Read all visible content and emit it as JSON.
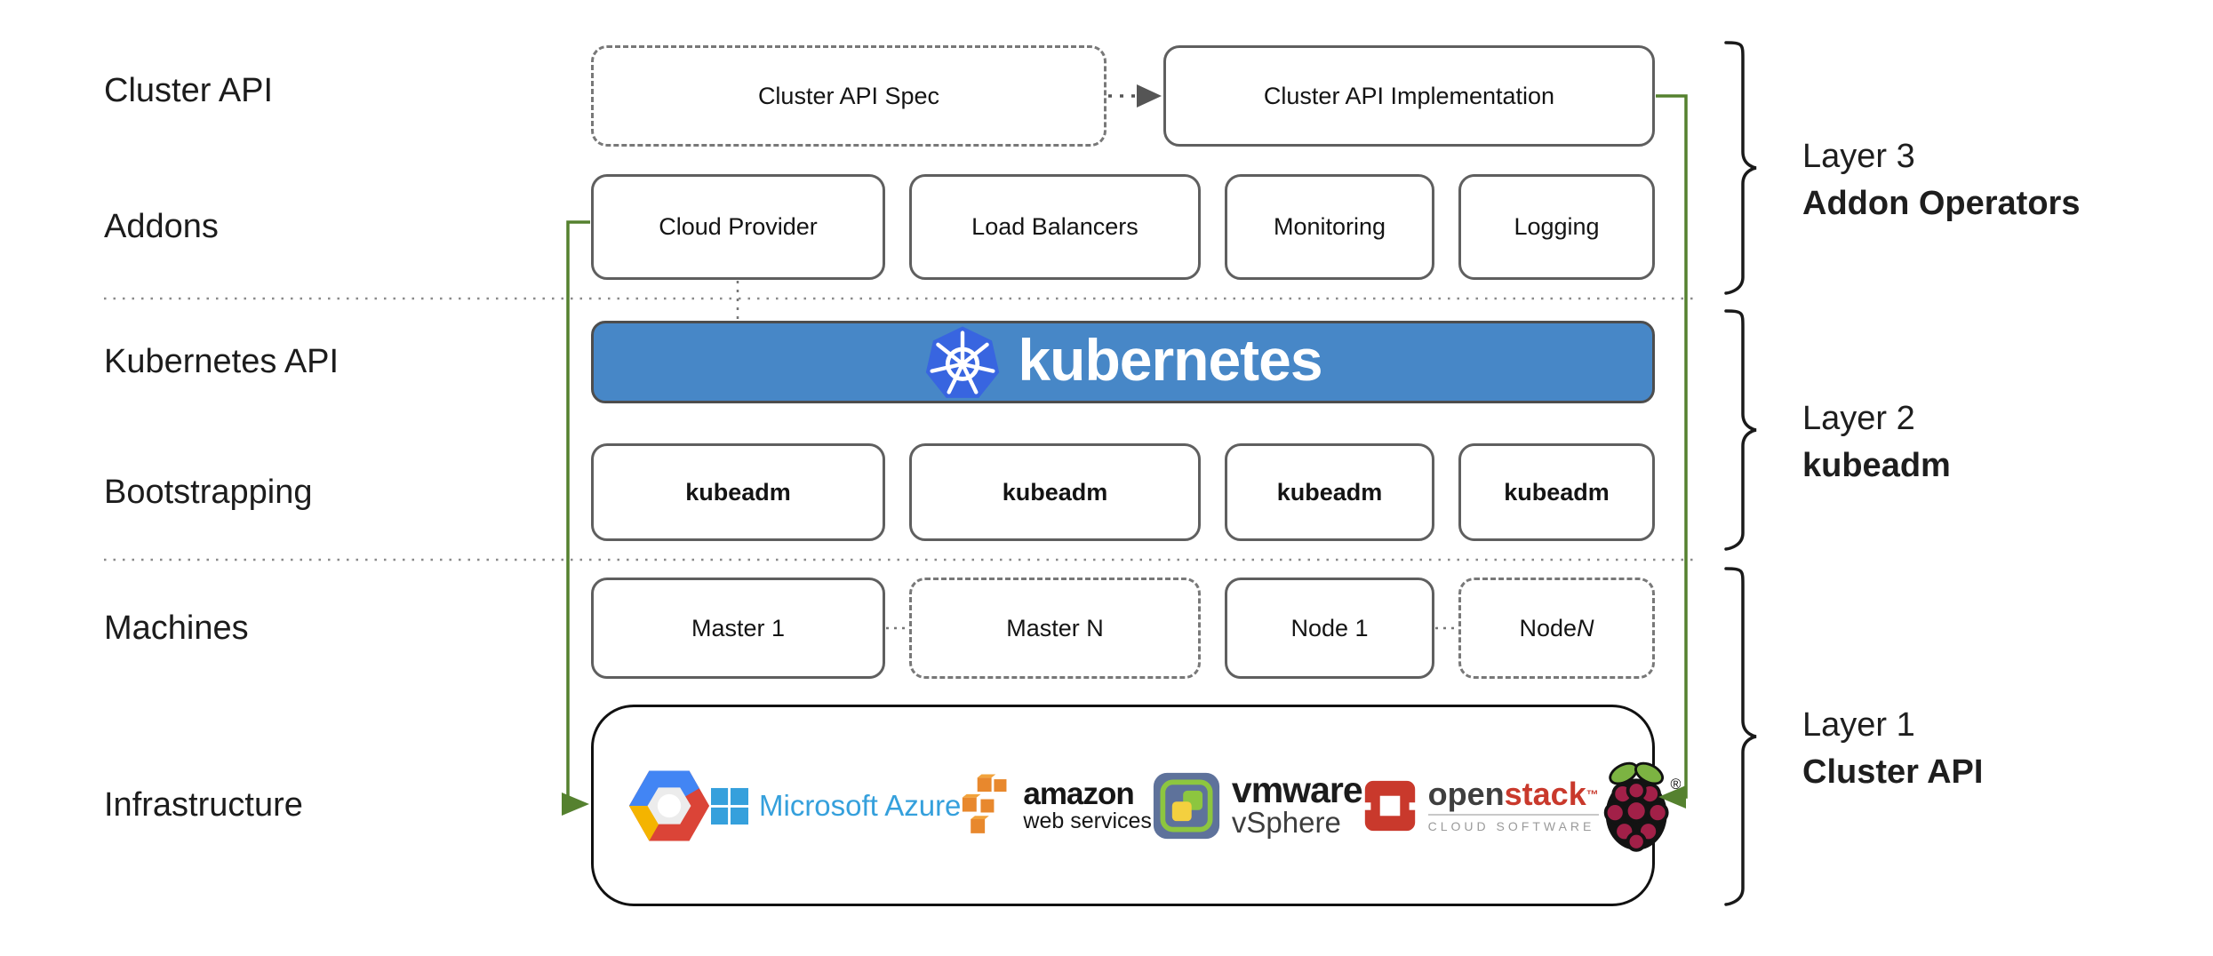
{
  "left_labels": {
    "cluster_api": "Cluster API",
    "addons": "Addons",
    "kubernetes_api": "Kubernetes API",
    "bootstrapping": "Bootstrapping",
    "machines": "Machines",
    "infrastructure": "Infrastructure"
  },
  "top_row": {
    "spec_label": "Cluster API Spec",
    "impl_label": "Cluster API Implementation"
  },
  "addons_row": {
    "boxes": [
      "Cloud Provider",
      "Load Balancers",
      "Monitoring",
      "Logging"
    ]
  },
  "kubernetes_banner": {
    "wordmark": "kubernetes"
  },
  "bootstrapping_row": {
    "boxes": [
      "kubeadm",
      "kubeadm",
      "kubeadm",
      "kubeadm"
    ]
  },
  "machines_row": {
    "master1": "Master 1",
    "masterN": "Master N",
    "node1": "Node 1",
    "nodeN_prefix": "Node ",
    "nodeN_suffix": "N"
  },
  "infrastructure_box": {
    "providers": [
      "google-cloud-platform",
      "microsoft-azure",
      "amazon-web-services",
      "vmware-vsphere",
      "openstack",
      "raspberry-pi"
    ],
    "azure_label": "Microsoft Azure",
    "aws_label": "amazon",
    "aws_sublabel": "web services",
    "vmware_label": "vmware",
    "vmware_sublabel": "vSphere",
    "openstack_label_dark": "open",
    "openstack_label_red": "stack",
    "openstack_tm": "™",
    "openstack_sublabel": "CLOUD SOFTWARE",
    "registered_mark": "®"
  },
  "layer_labels": [
    {
      "line1": "Layer 3",
      "line2": "Addon Operators"
    },
    {
      "line1": "Layer 2",
      "line2": "kubeadm"
    },
    {
      "line1": "Layer 1",
      "line2": "Cluster API"
    }
  ],
  "colors": {
    "banner_blue": "#4787C7",
    "k8s_logo_blue": "#3865E0",
    "arrow_green": "#55812F"
  }
}
